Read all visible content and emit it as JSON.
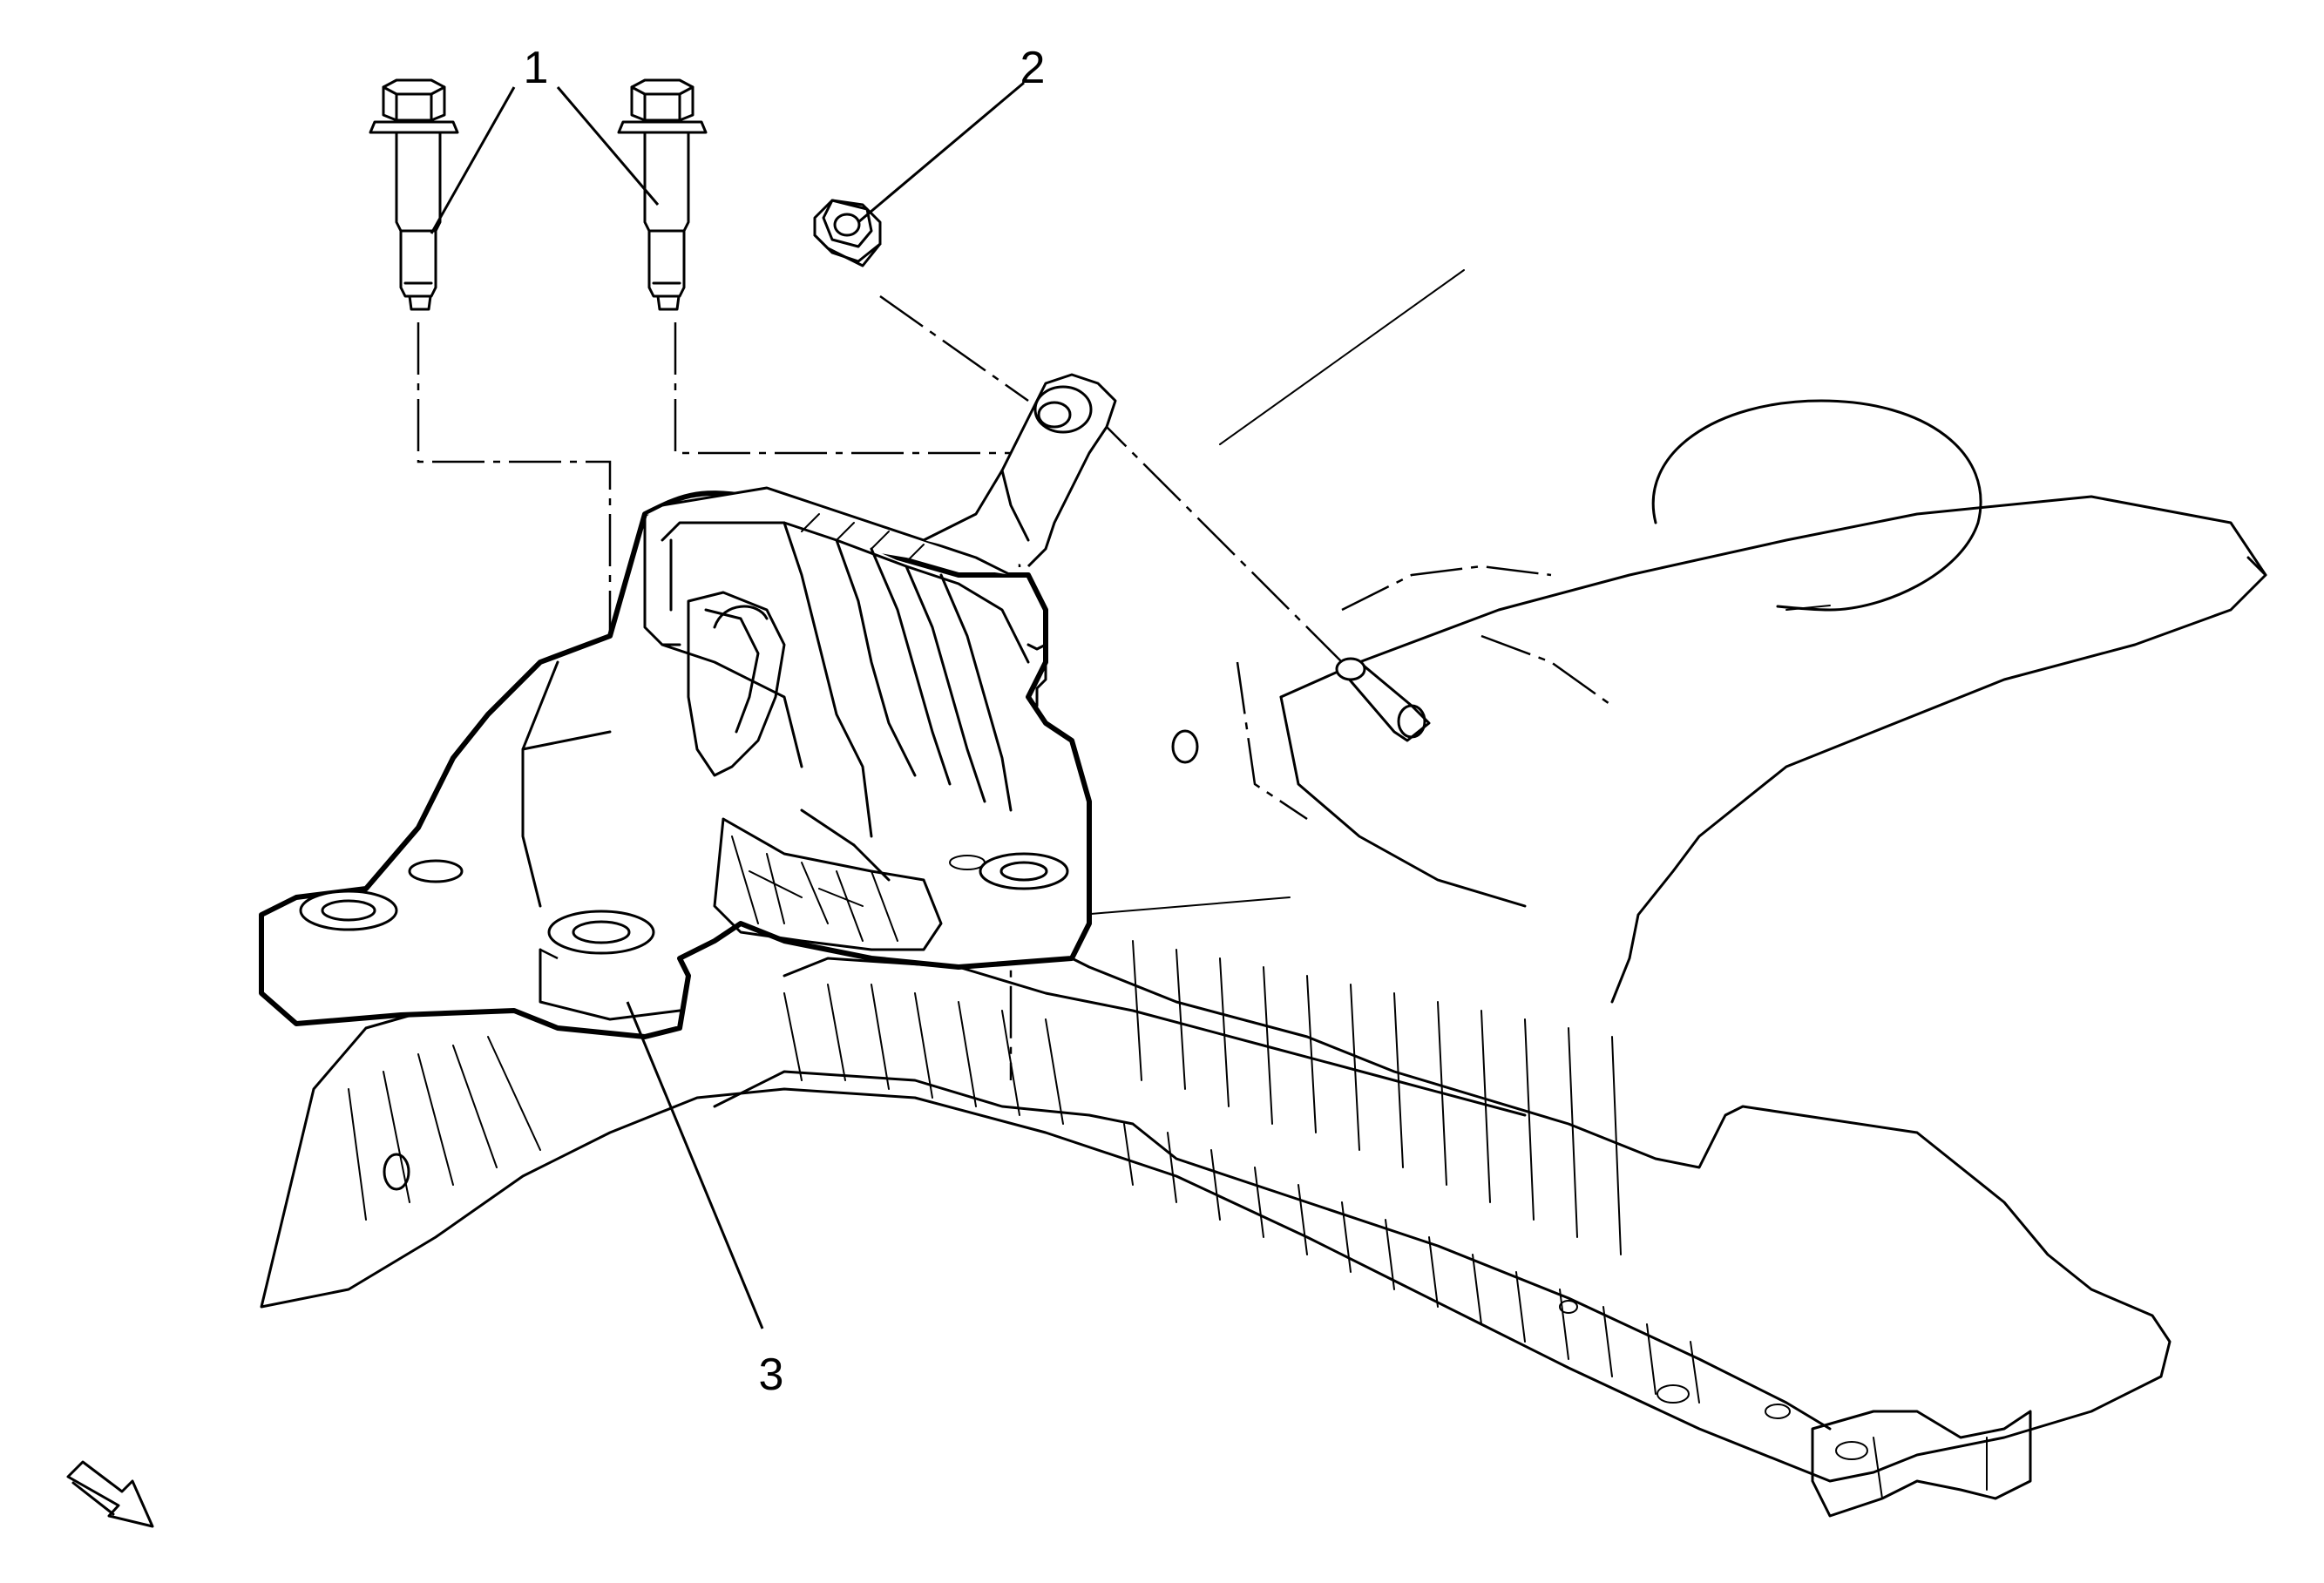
{
  "callouts": {
    "bolts": "1",
    "nut": "2",
    "mount": "3"
  }
}
